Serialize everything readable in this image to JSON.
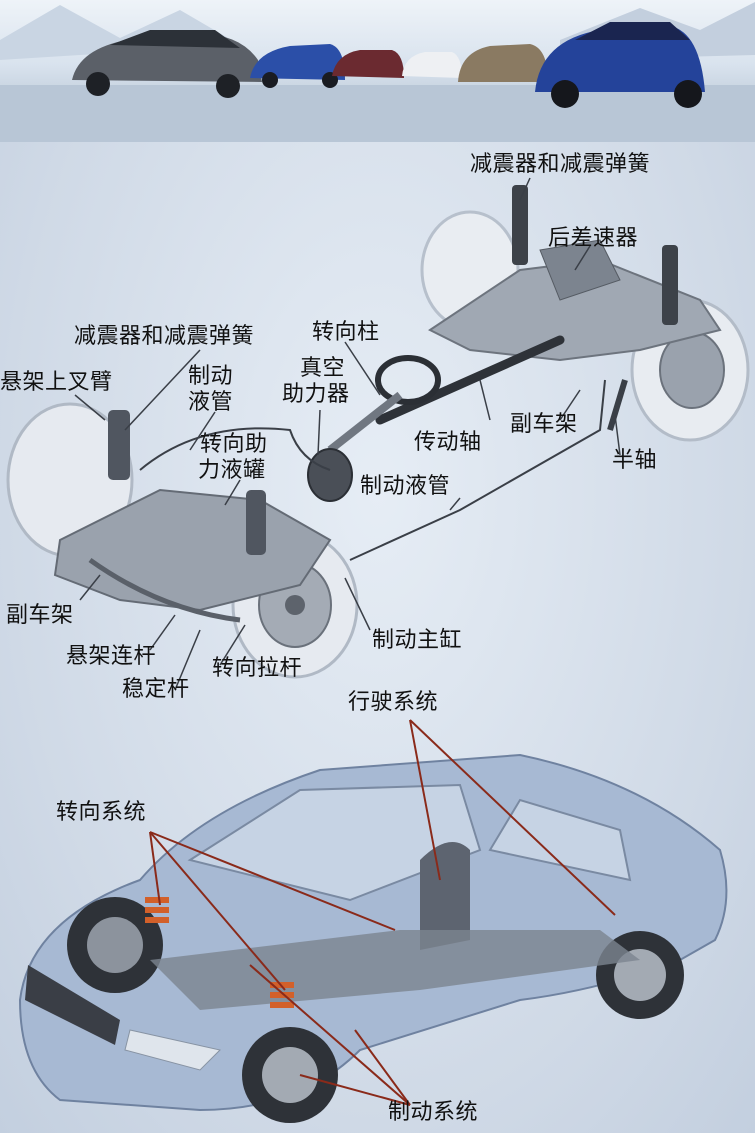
{
  "labels": {
    "rear_shock_spring": "减震器和减震弹簧",
    "rear_differential": "后差速器",
    "front_shock_spring": "减震器和减震弹簧",
    "steering_column": "转向柱",
    "upper_control_arm": "悬架上叉臂",
    "brake_line_front_l1": "制动",
    "brake_line_front_l2": "液管",
    "vacuum_booster_l1": "真空",
    "vacuum_booster_l2": "助力器",
    "driveshaft": "传动轴",
    "rear_subframe": "副车架",
    "half_shaft": "半轴",
    "power_steering_reservoir_l1": "转向助",
    "power_steering_reservoir_l2": "力液罐",
    "brake_line_mid": "制动液管",
    "front_subframe": "副车架",
    "suspension_link": "悬架连杆",
    "brake_master_cylinder": "制动主缸",
    "tie_rod": "转向拉杆",
    "stabilizer_bar": "稳定杆",
    "running_system": "行驶系统",
    "steering_system": "转向系统",
    "braking_system": "制动系统"
  },
  "colors": {
    "leader_line_dark": "#3a3f47",
    "leader_line_red": "#8a2a1a",
    "car_body": "#a7b9d3",
    "chassis_metal": "#8d96a3",
    "spring_orange": "#d2602a"
  }
}
